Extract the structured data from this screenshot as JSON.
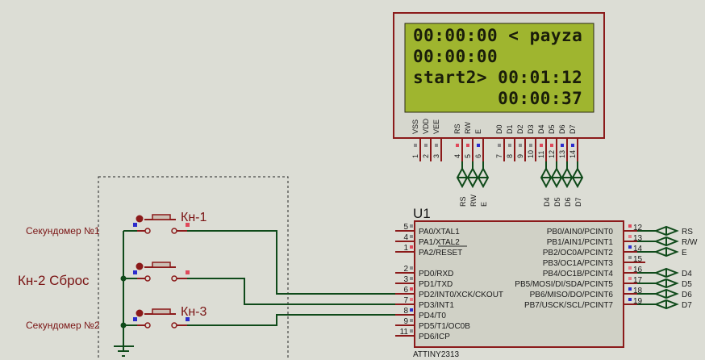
{
  "lcd": {
    "lines": [
      "00:00:00 < payza",
      "00:00:00",
      "start2> 00:01:12",
      "        00:00:37"
    ],
    "pin_labels": [
      "VSS",
      "VDD",
      "VEE",
      "RS",
      "RW",
      "E",
      "D0",
      "D1",
      "D2",
      "D3",
      "D4",
      "D5",
      "D6",
      "D7"
    ],
    "pin_numbers": [
      "1",
      "2",
      "3",
      "4",
      "5",
      "6",
      "7",
      "8",
      "9",
      "10",
      "11",
      "12",
      "13",
      "14"
    ],
    "pin_states": [
      "gray",
      "gray",
      "gray",
      "red",
      "red",
      "blue",
      "gray",
      "gray",
      "gray",
      "gray",
      "red",
      "red",
      "blue",
      "blue"
    ],
    "terminal_labels": [
      "RS",
      "RW",
      "E",
      "D4",
      "D5",
      "D6",
      "D7"
    ]
  },
  "mcu": {
    "ref": "U1",
    "part": "ATTINY2313",
    "left_pins": [
      {
        "num": "5",
        "name": "PA0/XTAL1",
        "state": "gray"
      },
      {
        "num": "4",
        "name": "PA1/XTAL2",
        "state": "gray"
      },
      {
        "num": "1",
        "name": "PA2/RESET",
        "state": "red"
      },
      {
        "num": "",
        "name": "",
        "state": ""
      },
      {
        "num": "2",
        "name": "PD0/RXD",
        "state": "gray"
      },
      {
        "num": "3",
        "name": "PD1/TXD",
        "state": "gray"
      },
      {
        "num": "6",
        "name": "PD2/INT0/XCK/CKOUT",
        "state": "red"
      },
      {
        "num": "7",
        "name": "PD3/INT1",
        "state": "pink"
      },
      {
        "num": "8",
        "name": "PD4/T0",
        "state": "blue"
      },
      {
        "num": "9",
        "name": "PD5/T1/OC0B",
        "state": "gray"
      },
      {
        "num": "11",
        "name": "PD6/ICP",
        "state": "gray"
      }
    ],
    "right_pins": [
      {
        "num": "12",
        "name": "PB0/AIN0/PCINT0",
        "state": "red",
        "term": "RS"
      },
      {
        "num": "13",
        "name": "PB1/AIN1/PCINT1",
        "state": "pink",
        "term": "R/W"
      },
      {
        "num": "14",
        "name": "PB2/OC0A/PCINT2",
        "state": "blue",
        "term": "E"
      },
      {
        "num": "15",
        "name": "PB3/OC1A/PCINT3",
        "state": "gray",
        "term": ""
      },
      {
        "num": "16",
        "name": "PB4/OC1B/PCINT4",
        "state": "pink",
        "term": "D4"
      },
      {
        "num": "17",
        "name": "PB5/MOSI/DI/SDA/PCINT5",
        "state": "pink",
        "term": "D5"
      },
      {
        "num": "18",
        "name": "PB6/MISO/DO/PCINT6",
        "state": "blue",
        "term": "D6"
      },
      {
        "num": "19",
        "name": "PB7/USCK/SCL/PCINT7",
        "state": "blue",
        "term": "D7"
      }
    ]
  },
  "buttons": [
    {
      "ref": "Кн-1",
      "label": "Секундомер №1",
      "state": "red"
    },
    {
      "ref": "",
      "label": "Кн-2  Сброс",
      "state": "red"
    },
    {
      "ref": "Кн-3",
      "label": "Секундомер №2",
      "state": "blue"
    }
  ],
  "colors": {
    "background": "#dcddd5",
    "component_outline": "#8b1a1a",
    "wire": "#0f4a1a",
    "lcd_screen": "#9fb52f",
    "pin_red": "#e0485a",
    "pin_pink": "#e87a86",
    "pin_blue": "#2c2ccc",
    "pin_gray": "#8c8c8c"
  }
}
